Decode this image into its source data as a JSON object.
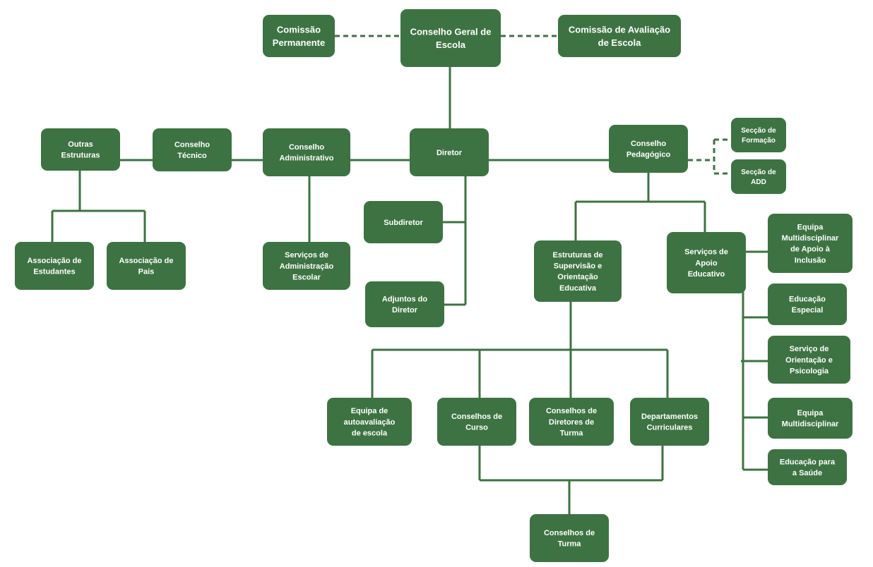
{
  "nodes": [
    {
      "id": "comissao-permanente",
      "lines": [
        "Comissão",
        "Permanente"
      ]
    },
    {
      "id": "conselho-geral",
      "lines": [
        "Conselho Geral de",
        "Escola"
      ]
    },
    {
      "id": "comissao-avaliacao",
      "lines": [
        "Comissão de Avaliação",
        "de Escola"
      ]
    },
    {
      "id": "outras-estruturas",
      "lines": [
        "Outras",
        "Estruturas"
      ]
    },
    {
      "id": "conselho-tecnico",
      "lines": [
        "Conselho",
        "Técnico"
      ]
    },
    {
      "id": "conselho-administrativo",
      "lines": [
        "Conselho",
        "Administrativo"
      ]
    },
    {
      "id": "diretor",
      "lines": [
        "Diretor"
      ]
    },
    {
      "id": "conselho-pedagogico",
      "lines": [
        "Conselho",
        "Pedagógico"
      ]
    },
    {
      "id": "seccao-formacao",
      "lines": [
        "Secção de",
        "Formação"
      ]
    },
    {
      "id": "seccao-add",
      "lines": [
        "Secção de",
        "ADD"
      ]
    },
    {
      "id": "associacao-estudantes",
      "lines": [
        "Associação de",
        "Estudantes"
      ]
    },
    {
      "id": "associacao-pais",
      "lines": [
        "Associação de",
        "Pais"
      ]
    },
    {
      "id": "servicos-administracao",
      "lines": [
        "Serviços de",
        "Administração",
        "Escolar"
      ]
    },
    {
      "id": "subdiretor",
      "lines": [
        "Subdiretor"
      ]
    },
    {
      "id": "adjuntos-diretor",
      "lines": [
        "Adjuntos do",
        "Diretor"
      ]
    },
    {
      "id": "estruturas-supervisao",
      "lines": [
        "Estruturas de",
        "Supervisão e",
        "Orientação",
        "Educativa"
      ]
    },
    {
      "id": "servicos-apoio",
      "lines": [
        "Serviços de",
        "Apoio",
        "Educativo"
      ]
    },
    {
      "id": "equipa-multidisciplinar-inclusao",
      "lines": [
        "Equipa",
        "Multidisciplinar",
        "de Apoio à",
        "Inclusão"
      ]
    },
    {
      "id": "educacao-especial",
      "lines": [
        "Educação",
        "Especial"
      ]
    },
    {
      "id": "servico-orientacao",
      "lines": [
        "Serviço de",
        "Orientação e",
        "Psicologia"
      ]
    },
    {
      "id": "equipa-multidisciplinar",
      "lines": [
        "Equipa",
        "Multidisciplinar"
      ]
    },
    {
      "id": "educacao-saude",
      "lines": [
        "Educação para",
        "a Saúde"
      ]
    },
    {
      "id": "equipa-autoavaliacao",
      "lines": [
        "Equipa de",
        "autoavaliação",
        "de escola"
      ]
    },
    {
      "id": "conselhos-curso",
      "lines": [
        "Conselhos de",
        "Curso"
      ]
    },
    {
      "id": "conselhos-diretores-turma",
      "lines": [
        "Conselhos de",
        "Diretores de",
        "Turma"
      ]
    },
    {
      "id": "departamentos-curriculares",
      "lines": [
        "Departamentos",
        "Curriculares"
      ]
    },
    {
      "id": "conselhos-turma",
      "lines": [
        "Conselhos de",
        "Turma"
      ]
    }
  ]
}
